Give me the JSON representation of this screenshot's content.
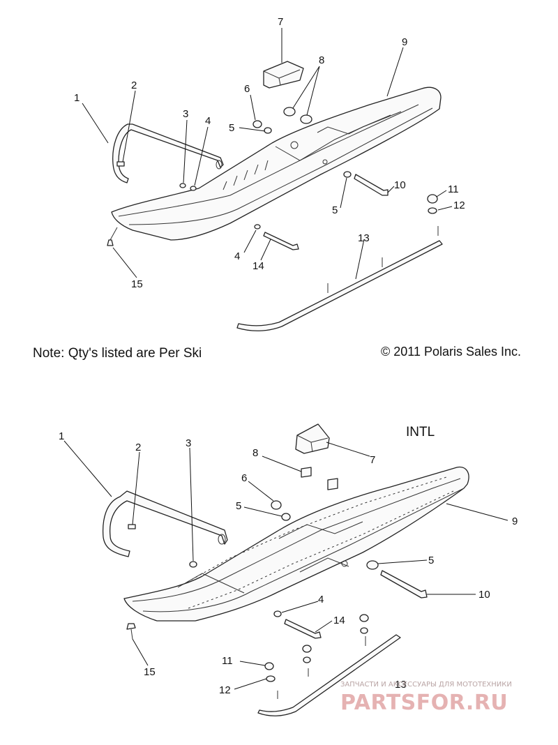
{
  "note": "Note: Qty's listed are Per Ski",
  "copyright": "© 2011 Polaris Sales Inc.",
  "intl_label": "INTL",
  "watermark": {
    "tagline": "ЗАПЧАСТИ И АКСЕССУАРЫ ДЛЯ МОТОТЕХНИКИ",
    "logo": "PARTSFOR.RU"
  },
  "diagram_top": {
    "callouts": [
      "1",
      "2",
      "3",
      "4",
      "5",
      "6",
      "7",
      "8",
      "9",
      "10",
      "11",
      "12",
      "13",
      "5",
      "4",
      "14",
      "15"
    ]
  },
  "diagram_bottom": {
    "callouts": [
      "1",
      "2",
      "3",
      "8",
      "7",
      "6",
      "5",
      "9",
      "5",
      "10",
      "4",
      "14",
      "11",
      "12",
      "13",
      "15"
    ]
  },
  "colors": {
    "line": "#222222",
    "watermark": "#e5b2b2"
  }
}
